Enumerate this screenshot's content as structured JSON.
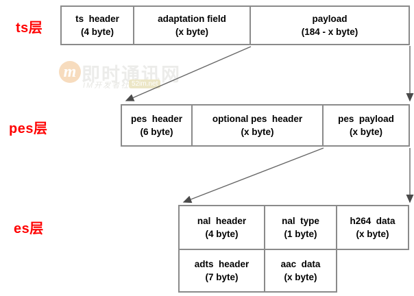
{
  "watermark": {
    "logo_letter": "m",
    "site_name": "即时通讯网",
    "tagline": "IM开发者社区",
    "domain_badge": "52im.net"
  },
  "colors": {
    "label_red": "#ff0000",
    "box_border_gray": "#8a8a8a",
    "arrow_gray": "#666666",
    "watermark_orange": "#f7dcbe"
  },
  "layers": {
    "ts": {
      "label": "ts层",
      "boxes": [
        {
          "title": "ts  header",
          "size": "(4 byte)"
        },
        {
          "title": "adaptation field",
          "size": "(x byte)"
        },
        {
          "title": "payload",
          "size": "(184 - x byte)"
        }
      ]
    },
    "pes": {
      "label": "pes层",
      "boxes": [
        {
          "title": "pes  header",
          "size": "(6 byte)"
        },
        {
          "title": "optional pes  header",
          "size": "(x byte)"
        },
        {
          "title": "pes  payload",
          "size": "(x byte)"
        }
      ]
    },
    "es": {
      "label": "es层",
      "row1": [
        {
          "title": "nal  header",
          "size": "(4 byte)"
        },
        {
          "title": "nal  type",
          "size": "(1 byte)"
        },
        {
          "title": "h264  data",
          "size": "(x byte)"
        }
      ],
      "row2": [
        {
          "title": "adts  header",
          "size": "(7 byte)"
        },
        {
          "title": "aac  data",
          "size": "(x byte)"
        }
      ]
    }
  }
}
